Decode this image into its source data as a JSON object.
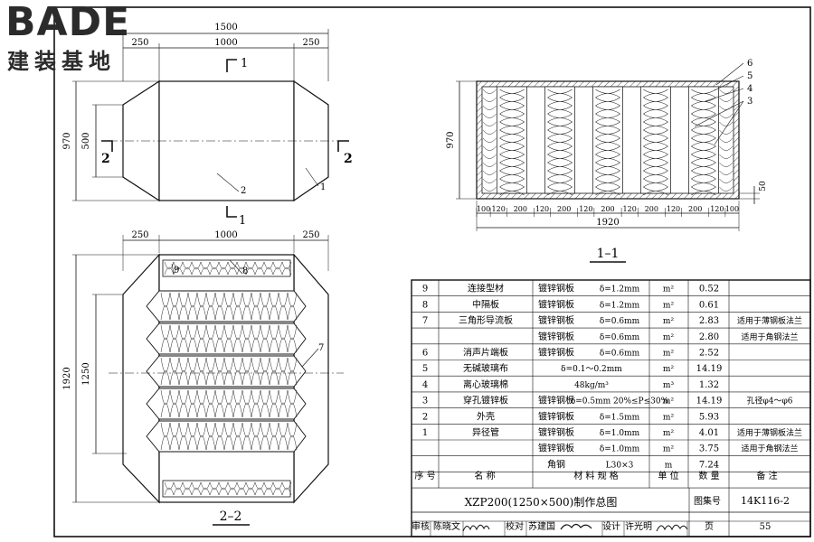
{
  "logo": {
    "brand": "BADE",
    "subtitle": "建装基地"
  },
  "dims": {
    "d1500": "1500",
    "d250": "250",
    "d1000": "1000",
    "d970": "970",
    "d500": "500",
    "d1920": "1920",
    "d1250": "1250",
    "d50": "50",
    "d100": "100",
    "d120": "120",
    "d200": "200"
  },
  "section_marks": {
    "one": "1",
    "two": "2"
  },
  "leaders": {
    "l1": "1",
    "l2": "2",
    "l3": "3",
    "l4": "4",
    "l5": "5",
    "l6": "6",
    "l7": "7",
    "l8": "8",
    "l9": "9"
  },
  "view_labels": {
    "section_1_1": "1–1",
    "section_2_2": "2–2"
  },
  "table": {
    "headers": {
      "no": "序 号",
      "name": "名  称",
      "spec": "材 料 规 格",
      "unit": "单 位",
      "qty": "数 量",
      "remark": "备  注"
    },
    "rows": [
      {
        "no": "9",
        "name": "连接型材",
        "mat": "镀锌钢板",
        "spec": "δ=1.2mm",
        "unit": "m²",
        "qty": "0.52",
        "remark": ""
      },
      {
        "no": "8",
        "name": "中隔板",
        "mat": "镀锌钢板",
        "spec": "δ=1.2mm",
        "unit": "m²",
        "qty": "0.61",
        "remark": ""
      },
      {
        "no": "7",
        "name": "三角形导流板",
        "mat": "镀锌钢板",
        "spec": "δ=0.6mm",
        "unit": "m²",
        "qty": "2.83",
        "remark": "适用于薄钢板法兰"
      },
      {
        "no": "",
        "name": "",
        "mat": "镀锌钢板",
        "spec": "δ=0.6mm",
        "unit": "m²",
        "qty": "2.80",
        "remark": "适用于角钢法兰"
      },
      {
        "no": "6",
        "name": "消声片端板",
        "mat": "镀锌钢板",
        "spec": "δ=0.6mm",
        "unit": "m²",
        "qty": "2.52",
        "remark": ""
      },
      {
        "no": "5",
        "name": "无碱玻璃布",
        "mat": "",
        "spec": "δ=0.1～0.2mm",
        "unit": "m²",
        "qty": "14.19",
        "remark": ""
      },
      {
        "no": "4",
        "name": "离心玻璃棉",
        "mat": "",
        "spec": "48kg/m³",
        "unit": "m³",
        "qty": "1.32",
        "remark": ""
      },
      {
        "no": "3",
        "name": "穿孔镀锌板",
        "mat": "镀锌钢板",
        "spec": "δ=0.5mm 20%≤P≤30%",
        "unit": "m²",
        "qty": "14.19",
        "remark": "孔径φ4～φ6"
      },
      {
        "no": "2",
        "name": "外壳",
        "mat": "镀锌钢板",
        "spec": "δ=1.5mm",
        "unit": "m²",
        "qty": "5.93",
        "remark": ""
      },
      {
        "no": "1",
        "name": "异径管",
        "mat": "镀锌钢板",
        "spec": "δ=1.0mm",
        "unit": "m²",
        "qty": "4.01",
        "remark": "适用于薄钢板法兰"
      },
      {
        "no": "",
        "name": "",
        "mat": "镀锌钢板",
        "spec": "δ=1.0mm",
        "unit": "m²",
        "qty": "3.75",
        "remark": "适用于角钢法兰"
      },
      {
        "no": "",
        "name": "",
        "mat": "角钢",
        "spec": "L30×3",
        "unit": "m",
        "qty": "7.24",
        "remark": ""
      }
    ],
    "title": "XZP200(1250×500)制作总图",
    "atlas_label": "图集号",
    "atlas_no": "14K116-2",
    "sign": {
      "review": "审核",
      "review_name": "陈晓文",
      "check": "校对",
      "check_name": "苏建国",
      "design": "设计",
      "design_name": "许光明",
      "page_label": "页",
      "page_no": "55"
    }
  }
}
